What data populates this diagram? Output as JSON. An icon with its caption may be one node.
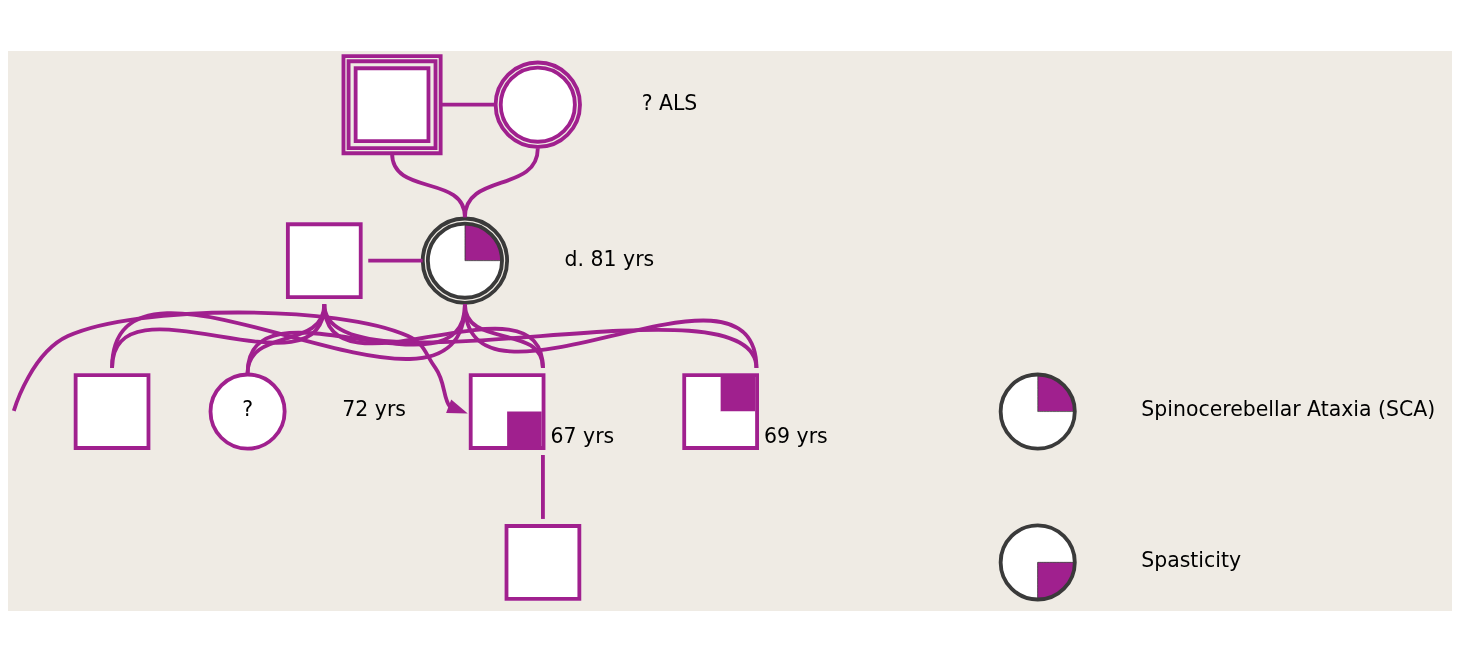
{
  "diagram": {
    "nodes": [
      {
        "text": [],
        "shape": "box"
      },
      {
        "text": [],
        "shape": "circle",
        "beside": [
          "? ALS"
        ]
      },
      {
        "text": [],
        "shape": "box"
      },
      {
        "text": [],
        "shape": "circle",
        "beside": [
          "d. 81 yrs"
        ]
      },
      {
        "text": [],
        "shape": "box"
      },
      {
        "text": [
          "?"
        ],
        "beside": [
          "72 yrs"
        ]
      },
      {
        "text": [],
        "shape": "box",
        "beside": [
          "67 yrs"
        ]
      },
      {
        "text": [],
        "shape": "box",
        "beside": [
          "69 yrs"
        ]
      },
      {
        "text": [],
        "shape": "box"
      },
      {
        "text": [],
        "shape": "circle"
      },
      {
        "text": [],
        "shape": "circle"
      }
    ],
    "edges": [
      {
        "from": 0,
        "to": 1,
        "arrow": "none"
      },
      {
        "from": 0,
        "to": 3,
        "arrow": "none"
      },
      {
        "from": 1,
        "to": 3,
        "arrow": "none"
      },
      {
        "from": 2,
        "to": 3,
        "arrow": "none"
      },
      {
        "from": 2,
        "to": 4,
        "arrow": "none"
      },
      {
        "from": 3,
        "to": 4,
        "arrow": "none"
      },
      {
        "from": 2,
        "to": 5,
        "arrow": "none"
      },
      {
        "from": 3,
        "to": 5,
        "arrow": "none"
      },
      {
        "from": 2,
        "to": 6,
        "arrow": "none"
      },
      {
        "from": 3,
        "to": 6,
        "arrow": "none"
      },
      {
        "from": 2,
        "to": 7,
        "arrow": "none"
      },
      {
        "from": 3,
        "to": 7,
        "arrow": "none"
      },
      {
        "from": 6,
        "to": 8,
        "arrow": "none"
      },
      {
        "from": null,
        "to": 6,
        "arrow": "to"
      }
    ],
    "legend": [
      {
        "text": "Spinocerebellar Ataxia (SCA)"
      },
      {
        "text": "Spasticity"
      }
    ]
  }
}
